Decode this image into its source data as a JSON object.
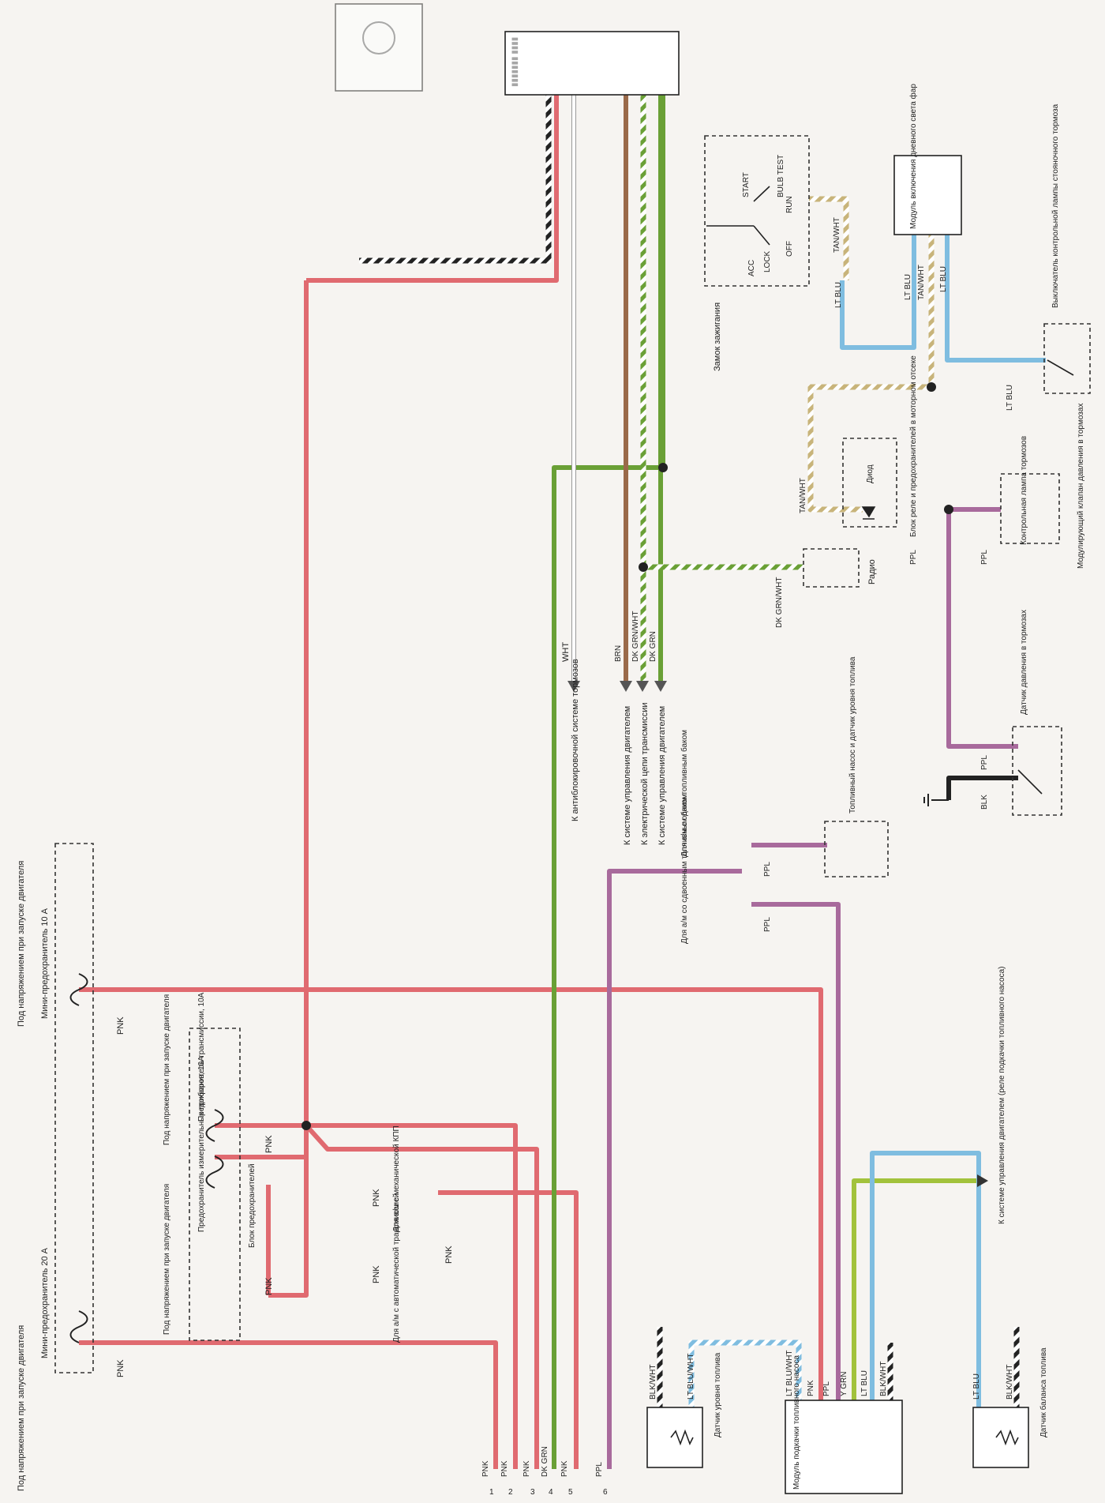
{
  "colors": {
    "PNK": "#e06a70",
    "DK GRN": "#6aa036",
    "PPL": "#a86a9c",
    "BRN": "#9a6a4a",
    "LT BLU": "#7fbde0",
    "TAN": "#c8b47a",
    "BLK": "#222222",
    "WHT": "#ffffff",
    "YEL GRN": "#a2c23c"
  },
  "labels": {
    "hot_crank_left": "Под напряжением при запуске двигателя",
    "fuse20": "Мини-предохранитель 20 А",
    "hot_crank_top": "Под напряжением при запуске двигателя",
    "fuse10": "Мини-предохранитель 10 А",
    "pnk_a": "PNK",
    "pnk_b": "PNK",
    "hot_crank_fuse_gauge": "Под напряжением при запуске двигателя",
    "fuse_gauge": "Предохранитель измерительных приборов, 10А",
    "fuse_block": "Блок предохранителей",
    "hot_crank_fuse_trans": "Под напряжением при запуске двигателя",
    "fuse_trans": "Предохранитель трансмиссии, 10А",
    "pnk_c": "PNK",
    "pnk_d": "PNK",
    "pnk_e": "PNK",
    "pnk_f": "PNK",
    "pnk_g": "PNK",
    "for_auto": "Для а/м с автоматической трансмиссией",
    "for_manual": "Для а/м с механической КПП",
    "abs": "К антиблокировочной системе тормозов",
    "wht": "WHT",
    "to_engine_control": "К системе управления двигателем",
    "to_trans_circuit": "К электрической цепи трансмиссии",
    "to_engine_control2": "К системе управления двигателем",
    "brn": "BRN",
    "dk_grn_wht": "DK GRN/WHT",
    "dk_grn": "DK GRN",
    "dk_grn_wht_radio": "DK GRN/WHT",
    "radio": "Радио",
    "ignition_switch": "Замок зажигания",
    "acc": "ACC",
    "lock": "LOCK",
    "off": "OFF",
    "run": "RUN",
    "start": "START",
    "bulb_test": "BULB TEST",
    "tan_wht_a": "TAN/WHT",
    "tan_wht_b": "TAN/WHT",
    "tan_wht_c": "TAN/WHT",
    "drl_module": "Модуль включения дневного света фар",
    "lt_blu_a": "LT BLU",
    "lt_blu_b": "LT BLU",
    "lt_blu_c": "LT BLU",
    "lt_blu_d": "LT BLU",
    "park_brake_switch": "Выключатель контрольной лампы стояночного тормоза",
    "diode": "Диод",
    "relay_block": "Блок реле и предохранителей в моторном отсеке",
    "ppl_a": "PPL",
    "ppl_b": "PPL",
    "ppl_c": "PPL",
    "ppl_d": "PPL",
    "ppl_e": "PPL",
    "brake_lamp": "Контрольная лампа тормозов",
    "modulating_valve": "Модулирующий клапан давления в тормозах",
    "brake_pressure_sensor": "Датчик давления в тормозах",
    "blk": "BLK",
    "fuel_pump_level": "Топливный насос и датчик уровня топлива",
    "single_tank": "Для а/м с одним топливным баком",
    "dual_tank": "Для а/м со сдвоенным топливным баком",
    "engine_control_relay": "К системе управления двигателем (реле подкачки топливного насоса)",
    "fuel_level_sensor": "Датчик уровня топлива",
    "blk_wht_a": "BLK/WHT",
    "lt_blu_wht_a": "LT BLU/WHT",
    "lt_blu_wht_b": "LT BLU/WHT",
    "pump_module": "Модуль подкачки топливного насоса",
    "mod_pnk": "PNK",
    "mod_ppl": "PPL",
    "mod_ygrn": "Y GRN",
    "mod_ltblu": "LT BLU",
    "mod_blkwht": "BLK/WHT",
    "balance_sensor": "Датчик баланса топлива",
    "blk_wht_b": "BLK/WHT",
    "lt_blu_e": "LT BLU",
    "bottom_pnk1": "PNK",
    "bottom_pnk2": "PNK",
    "bottom_pnk3": "PNK",
    "bottom_dkgrn": "DK GRN",
    "bottom_pnk5": "PNK",
    "bottom_ppl": "PPL",
    "n1": "1",
    "n2": "2",
    "n3": "3",
    "n4": "4",
    "n5": "5",
    "n6": "6"
  }
}
